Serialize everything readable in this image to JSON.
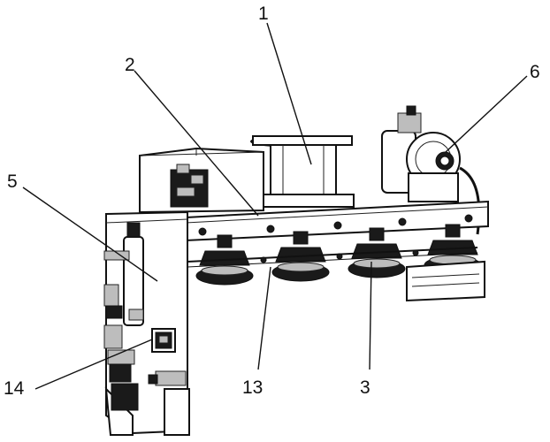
{
  "labels": [
    {
      "id": "1",
      "text": "1"
    },
    {
      "id": "2",
      "text": "2"
    },
    {
      "id": "3",
      "text": "3"
    },
    {
      "id": "5",
      "text": "5"
    },
    {
      "id": "6",
      "text": "6"
    },
    {
      "id": "13",
      "text": "13"
    },
    {
      "id": "14",
      "text": "14"
    }
  ]
}
